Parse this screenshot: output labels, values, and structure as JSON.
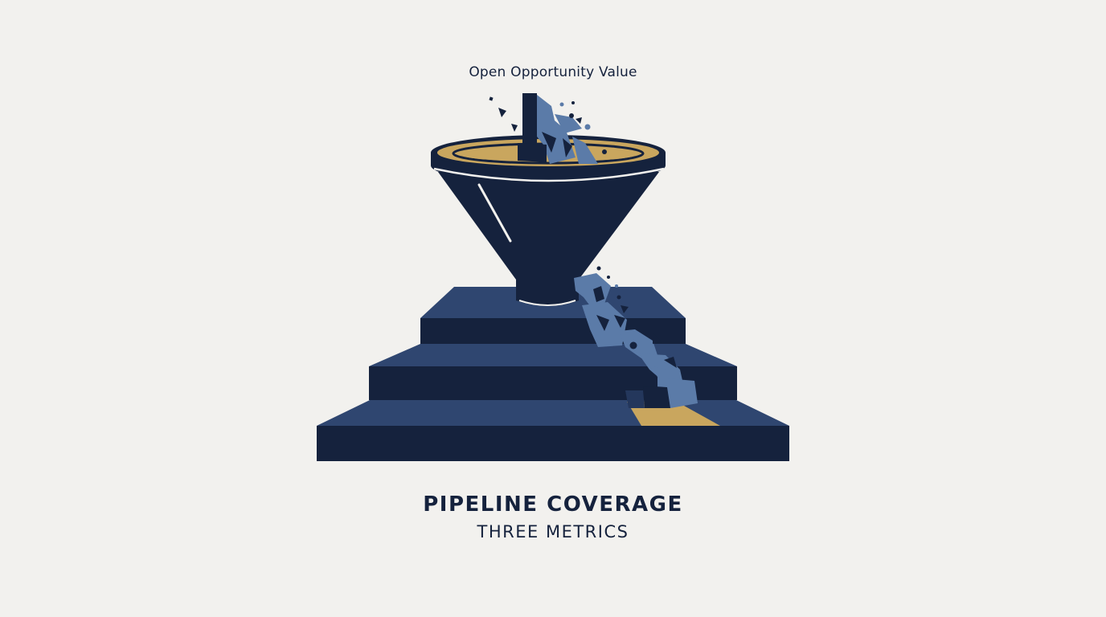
{
  "labels": {
    "top": "Open Opportunity Value",
    "title": "PIPELINE COVERAGE",
    "subtitle": "THREE METRICS"
  },
  "icons": {
    "funnel": "funnel-icon",
    "steps": "stepped-pyramid-icon",
    "stream": "falling-blocks-icon"
  },
  "colors": {
    "background": "#f2f1ee",
    "navy_dark": "#15223d",
    "navy": "#24375c",
    "navy_light": "#2f4670",
    "steel_blue": "#5b7ba8",
    "gold": "#c9a65e"
  }
}
